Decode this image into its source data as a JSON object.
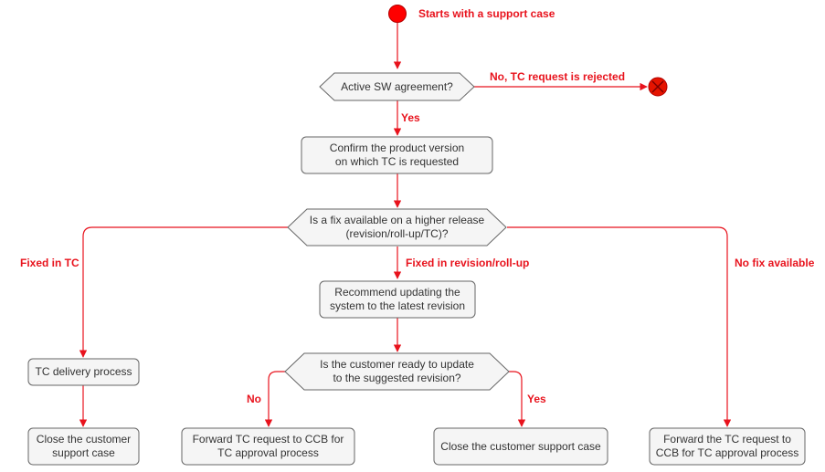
{
  "colors": {
    "edge": "#e8131d",
    "node_fill": "#f5f5f5",
    "node_stroke": "#666666",
    "start_fill": "#ff0000",
    "end_fill": "#e51400",
    "text": "#333333"
  },
  "nodes": {
    "start": {
      "label": "Starts with a support case"
    },
    "active_sw": {
      "label": "Active SW agreement?"
    },
    "confirm": {
      "line1": "Confirm the product version",
      "line2": "on which TC is requested"
    },
    "fix_available": {
      "line1": "Is a fix available on a higher release",
      "line2": "(revision/roll-up/TC)?"
    },
    "recommend": {
      "line1": "Recommend updating the",
      "line2": "system to the latest revision"
    },
    "tc_delivery": {
      "label": "TC delivery process"
    },
    "customer_ready": {
      "line1": "Is the customer ready to update",
      "line2": "to the suggested revision?"
    },
    "close_left": {
      "line1": "Close the customer",
      "line2": "support case"
    },
    "forward_ccb_mid": {
      "line1": "Forward TC request to CCB for",
      "line2": "TC approval process"
    },
    "close_mid": {
      "label": "Close the customer support case"
    },
    "forward_ccb_right": {
      "line1": "Forward the TC request to",
      "line2": "CCB for TC approval process"
    }
  },
  "edges": {
    "rejected": "No, TC request is rejected",
    "yes": "Yes",
    "fixed_in_tc": "Fixed in TC",
    "fixed_in_revision": "Fixed in revision/roll-up",
    "no_fix": "No fix available",
    "no": "No",
    "yes2": "Yes"
  }
}
